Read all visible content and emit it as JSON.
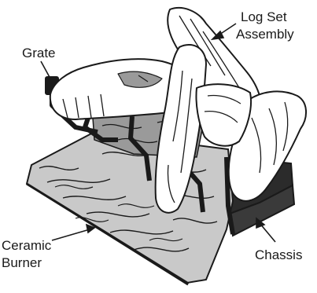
{
  "labels": {
    "log_set": [
      "Log Set",
      "Assembly"
    ],
    "grate": "Grate",
    "ceramic_burner": [
      "Ceramic",
      "Burner"
    ],
    "chassis": "Chassis"
  },
  "colors": {
    "outline": "#1a1a1a",
    "log_fill": "#ffffff",
    "ceramic_fill": "#c9c9c9",
    "ember_fill": "#9a9a9a",
    "chassis_fill": "#2b2b2b"
  }
}
